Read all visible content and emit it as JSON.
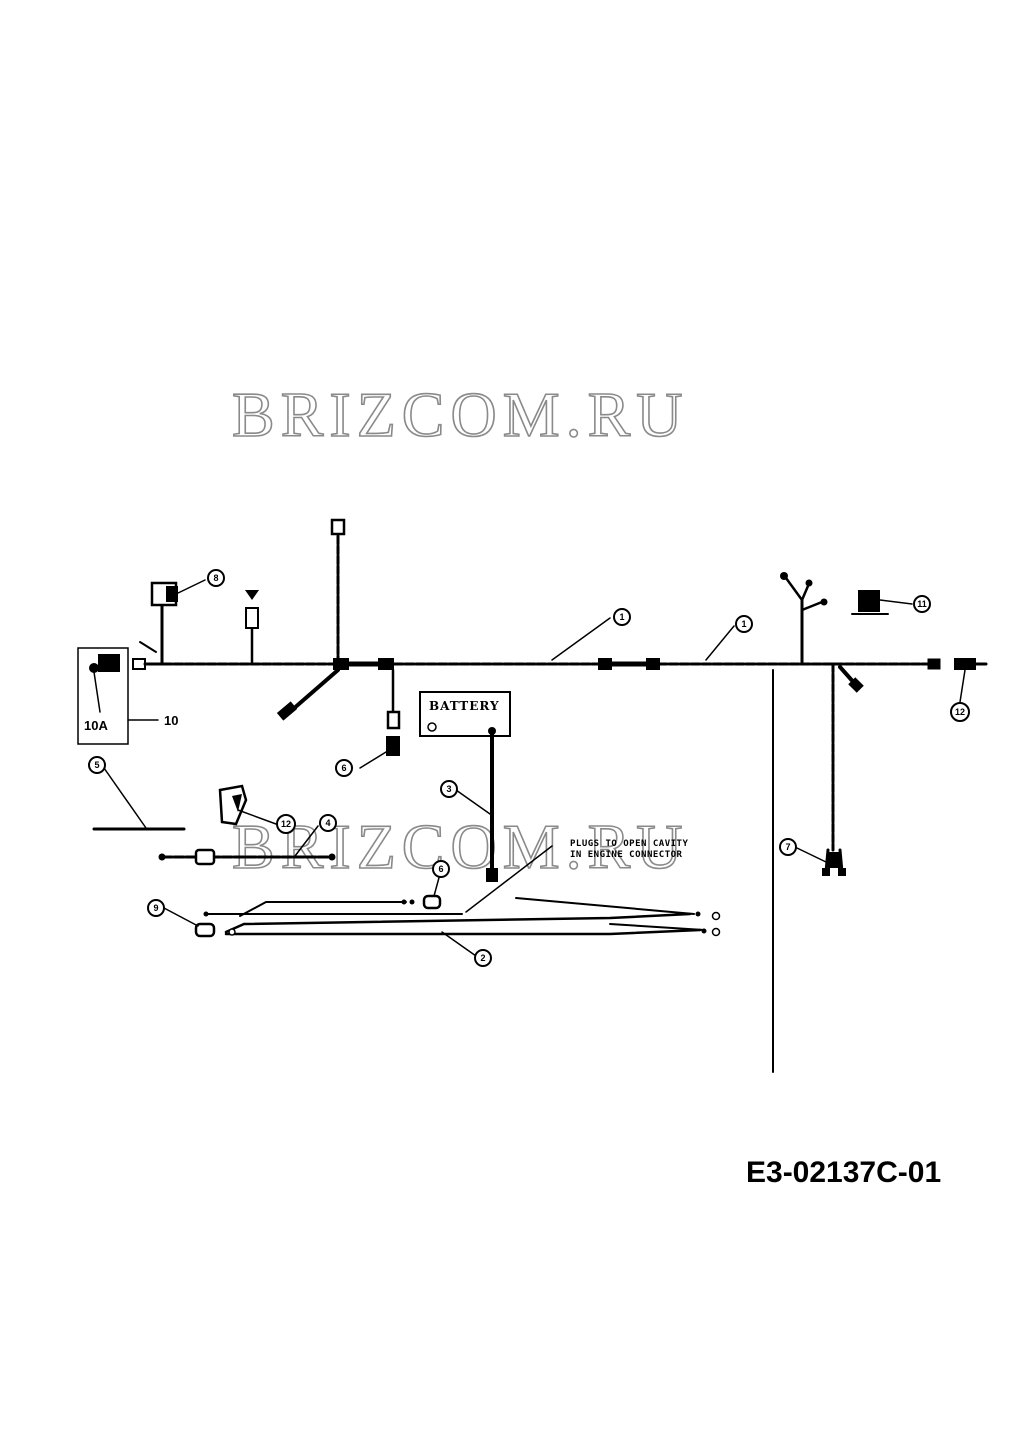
{
  "watermark": {
    "top": "BRIZCOM.RU",
    "middle": "BRIZCOM.RU"
  },
  "diagram_code": "E3-02137C-01",
  "battery_label": "BATTERY",
  "fuse": {
    "rating": "10A",
    "part_number": "10"
  },
  "note": {
    "line1": "PLUGS TO OPEN CAVITY",
    "line2": "IN ENGINE CONNECTOR"
  },
  "callouts": {
    "c1a": "1",
    "c1b": "1",
    "c2": "2",
    "c3": "3",
    "c4": "4",
    "c5": "5",
    "c6a": "6",
    "c6b": "6",
    "c7": "7",
    "c8": "8",
    "c9": "9",
    "c11": "11",
    "c12a": "12",
    "c12b": "12"
  }
}
